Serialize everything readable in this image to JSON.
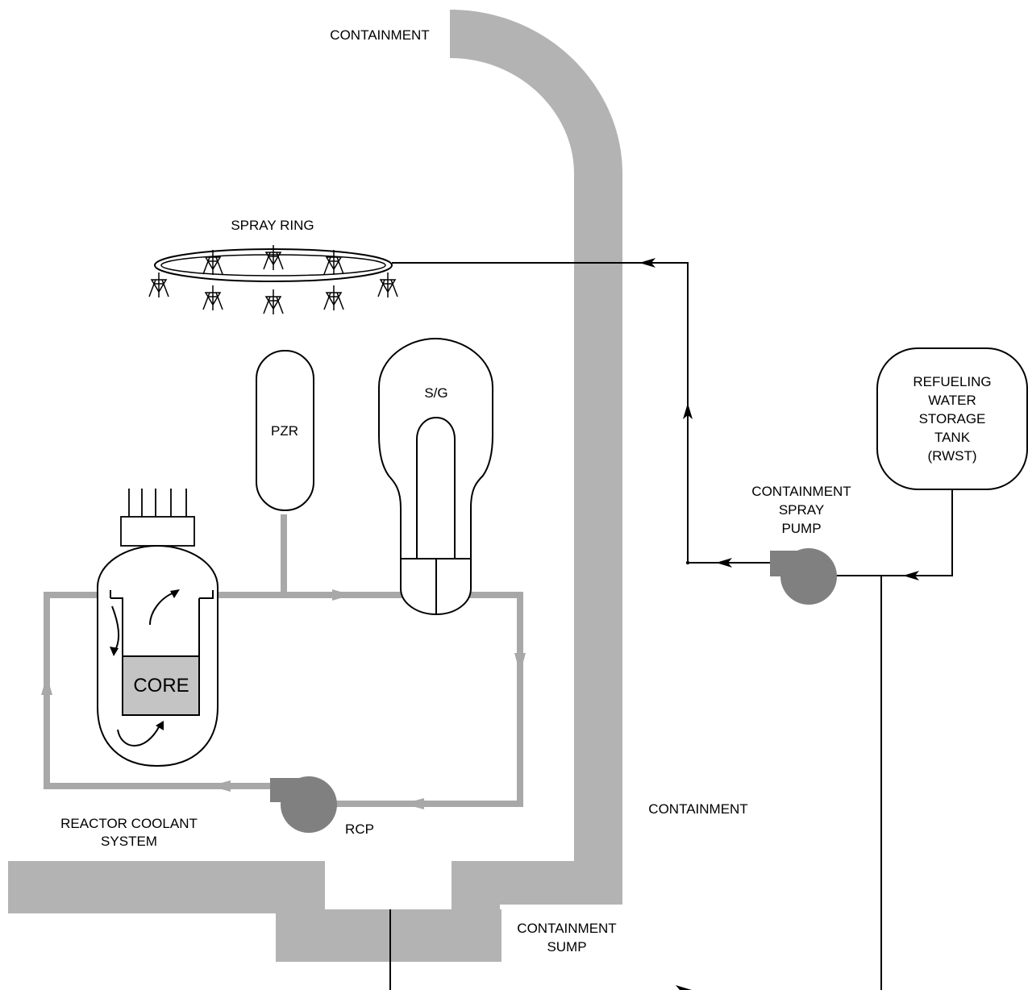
{
  "labels": {
    "containment_top": "CONTAINMENT",
    "containment_right": "CONTAINMENT",
    "spray_ring": "SPRAY RING",
    "pzr": "PZR",
    "sg": "S/G",
    "core": "CORE",
    "rcp": "RCP",
    "rcs": [
      "REACTOR COOLANT",
      "SYSTEM"
    ],
    "spray_pump": [
      "CONTAINMENT",
      "SPRAY",
      "PUMP"
    ],
    "rwst": [
      "REFUELING",
      "WATER",
      "STORAGE",
      "TANK",
      "(RWST)"
    ],
    "sump": [
      "CONTAINMENT",
      "SUMP"
    ]
  },
  "colors": {
    "containment_wall": "#b3b3b3",
    "rcs_pipe": "#a8a8a8",
    "core_fill": "#c4c4c4",
    "pump_body": "#808080",
    "line": "#000000"
  }
}
